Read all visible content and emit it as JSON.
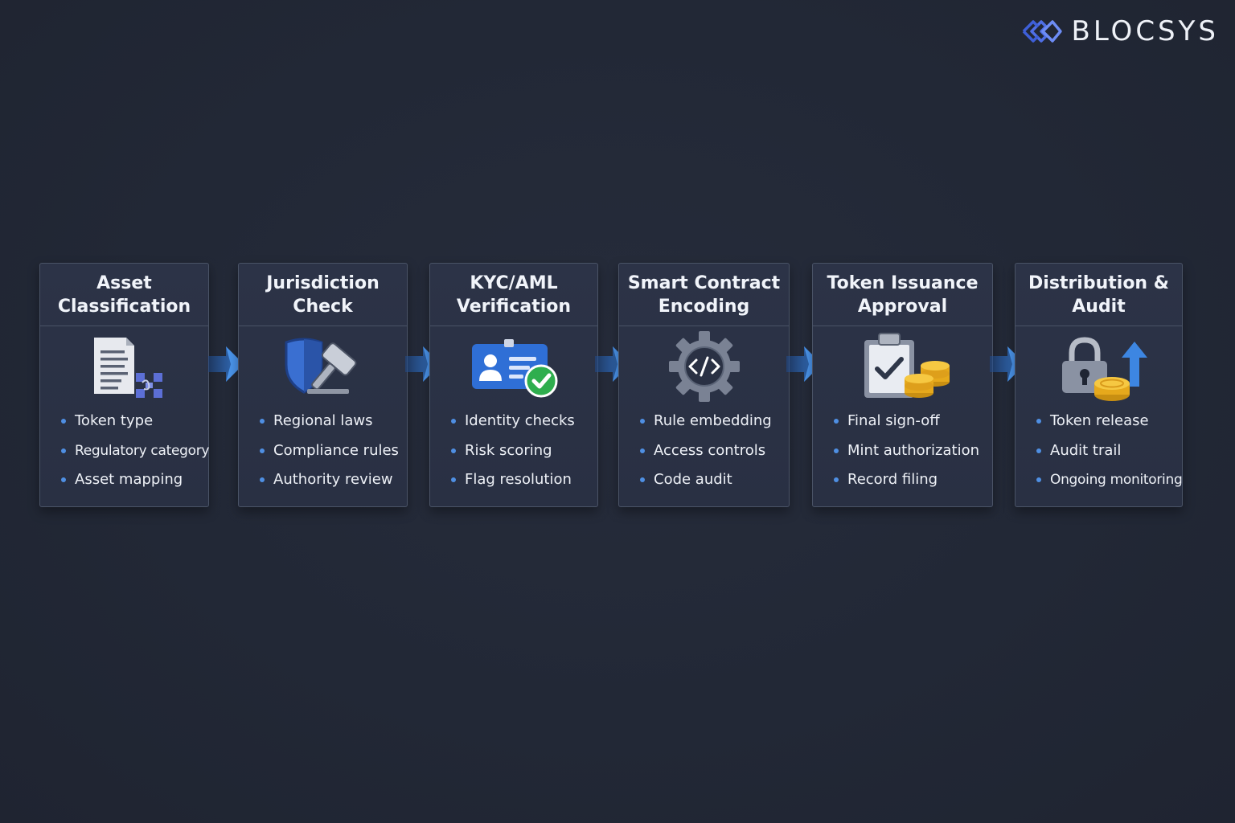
{
  "brand": {
    "name": "BLOCSYS",
    "logo_icon": "diamond-chain-logo",
    "accent": "#5b7cf0"
  },
  "colors": {
    "background": "#232938",
    "card": "#2b3245",
    "border": "#4a5366",
    "bullet": "#4f8fe3",
    "arrow": "#3d86e2"
  },
  "steps": [
    {
      "title": "Asset\nClassification",
      "icon": "document-qr-icon",
      "bullets": [
        "Token type",
        "Regulatory category",
        "Asset mapping"
      ]
    },
    {
      "title": "Jurisdiction\nCheck",
      "icon": "shield-gavel-icon",
      "bullets": [
        "Regional laws",
        "Compliance rules",
        "Authority review"
      ]
    },
    {
      "title": "KYC/AML\nVerification",
      "icon": "id-card-check-icon",
      "bullets": [
        "Identity checks",
        "Risk scoring",
        "Flag resolution"
      ]
    },
    {
      "title": "Smart Contract\nEncoding",
      "icon": "gear-code-icon",
      "bullets": [
        "Rule embedding",
        "Access controls",
        "Code audit"
      ]
    },
    {
      "title": "Token Issuance\nApproval",
      "icon": "clipboard-coins-icon",
      "bullets": [
        "Final sign-off",
        "Mint authorization",
        "Record filing"
      ]
    },
    {
      "title": "Distribution &\nAudit",
      "icon": "lock-coins-arrow-icon",
      "bullets": [
        "Token release",
        "Audit trail",
        "Ongoing monitoring"
      ]
    }
  ]
}
